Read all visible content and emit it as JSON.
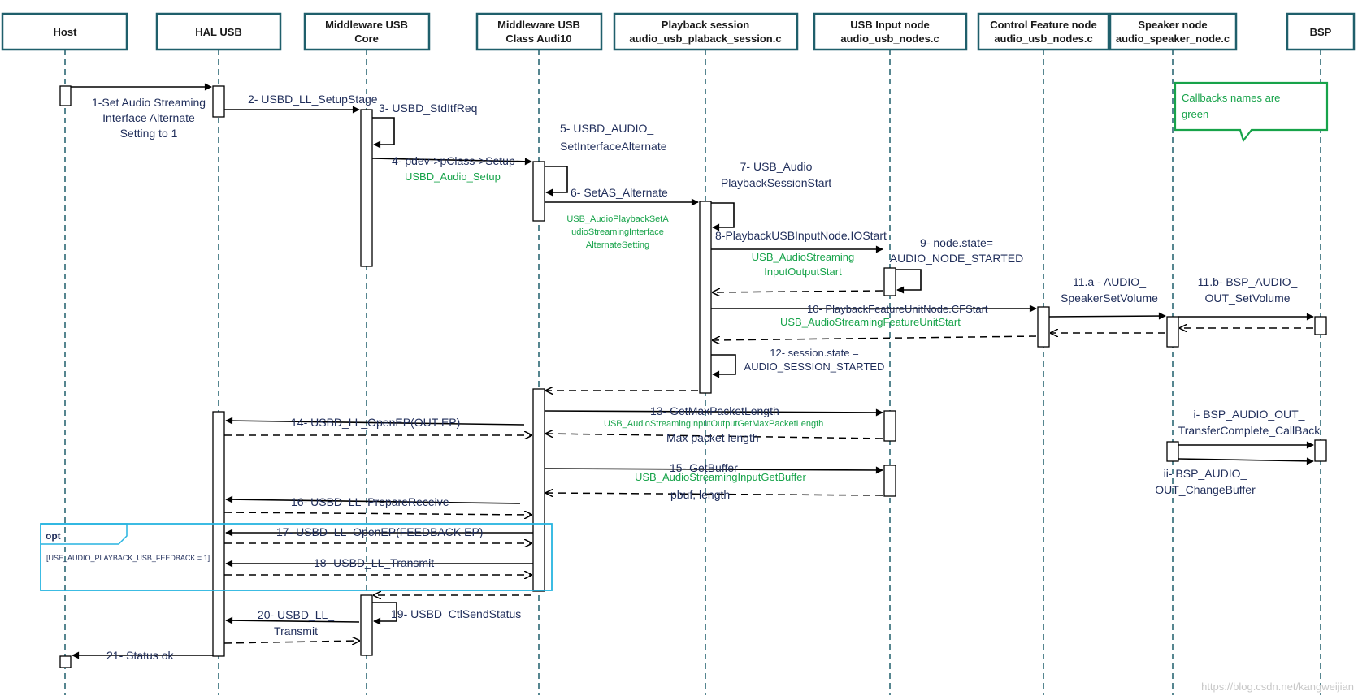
{
  "participants": [
    {
      "id": "host",
      "line1": "Host",
      "line2": ""
    },
    {
      "id": "hal",
      "line1": "HAL USB",
      "line2": ""
    },
    {
      "id": "mwcore",
      "line1": "Middleware USB",
      "line2": "Core"
    },
    {
      "id": "mwclass",
      "line1": "Middleware USB",
      "line2": "Class Audi10"
    },
    {
      "id": "play",
      "line1": "Playback session",
      "line2": "audio_usb_plaback_session.c"
    },
    {
      "id": "usbin",
      "line1": "USB Input node",
      "line2": "audio_usb_nodes.c"
    },
    {
      "id": "ctrl",
      "line1": "Control Feature node",
      "line2": "audio_usb_nodes.c"
    },
    {
      "id": "spk",
      "line1": "Speaker node",
      "line2": "audio_speaker_node.c"
    },
    {
      "id": "bsp",
      "line1": "BSP",
      "line2": ""
    }
  ],
  "note": {
    "line1": "Callbacks names are",
    "line2": "green"
  },
  "messages": {
    "m1": {
      "lines": [
        "1-Set Audio Streaming",
        "Interface Alternate",
        "Setting to 1"
      ]
    },
    "m2": {
      "lines": [
        "2- USBD_LL_SetupStage"
      ]
    },
    "m3": {
      "lines": [
        "3- USBD_StdItfReq"
      ]
    },
    "m4": {
      "lines": [
        "4- pdev->pClass->Setup"
      ],
      "callback": [
        "USBD_Audio_Setup"
      ]
    },
    "m5": {
      "lines": [
        "5- USBD_AUDIO_",
        "SetInterfaceAlternate"
      ]
    },
    "m6": {
      "lines": [
        "6- SetAS_Alternate"
      ],
      "callback": [
        "USB_AudioPlaybackSetA",
        "udioStreamingInterface",
        "AlternateSetting"
      ]
    },
    "m7": {
      "lines": [
        "7- USB_Audio",
        "PlaybackSessionStart"
      ]
    },
    "m8": {
      "lines": [
        "8-PlaybackUSBInputNode.IOStart"
      ],
      "callback": [
        "USB_AudioStreaming",
        "InputOutputStart"
      ]
    },
    "m9": {
      "lines": [
        "9- node.state=",
        "AUDIO_NODE_STARTED"
      ]
    },
    "m10": {
      "lines": [
        "10- PlaybackFeatureUnitNode.CFStart"
      ],
      "callback": [
        "USB_AudioStreamingFeatureUnitStart"
      ]
    },
    "m11a": {
      "lines": [
        "11.a - AUDIO_",
        "SpeakerSetVolume"
      ]
    },
    "m11b": {
      "lines": [
        "11.b- BSP_AUDIO_",
        "OUT_SetVolume"
      ]
    },
    "m12": {
      "lines": [
        "12- session.state =",
        "AUDIO_SESSION_STARTED"
      ]
    },
    "m13": {
      "lines": [
        "13- GetMaxPacketLength"
      ],
      "callback": [
        "USB_AudioStreamingInputOutputGetMaxPacketLength"
      ],
      "ret": "Max packet length"
    },
    "m14": {
      "lines": [
        "14- USBD_LL_OpenEP(OUT EP)"
      ]
    },
    "m15": {
      "lines": [
        "15- GetBuffer"
      ],
      "callback": [
        "USB_AudioStreamingInputGetBuffer"
      ],
      "ret": "pbuf, length"
    },
    "m16": {
      "lines": [
        "16- USBD_LL_PrepareReceive"
      ]
    },
    "m17": {
      "lines": [
        "17- USBD_LL_OpenEP(FEEDBACK EP)"
      ]
    },
    "m18": {
      "lines": [
        "18- USBD_LL_Transmit"
      ]
    },
    "m19": {
      "lines": [
        "19- USBD_CtlSendStatus"
      ]
    },
    "m20": {
      "lines": [
        "20- USBD_LL_",
        "Transmit"
      ]
    },
    "m21": {
      "lines": [
        "21- Status ok"
      ]
    },
    "mi": {
      "lines": [
        "i- BSP_AUDIO_OUT_",
        "TransferComplete_CallBack"
      ]
    },
    "mii": {
      "lines": [
        "ii- BSP_AUDIO_",
        "OUT_ChangeBuffer"
      ]
    }
  },
  "opt": {
    "title": "opt",
    "guard": "[USE_AUDIO_PLAYBACK_USB_FEEDBACK = 1]"
  },
  "watermark": "https://blog.csdn.net/kangweijian",
  "colors": {
    "teal": "#1f5f6b",
    "green": "#17a34a",
    "navy": "#1f2d5a",
    "opt": "#27b4e0"
  }
}
